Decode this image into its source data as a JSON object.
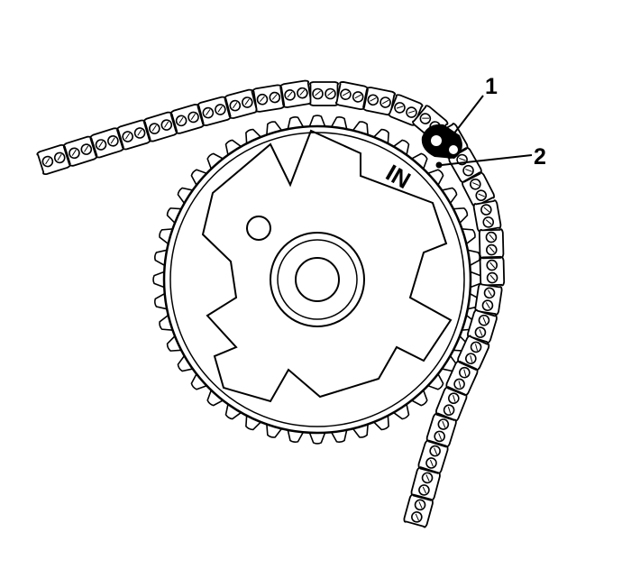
{
  "diagram": {
    "stamp": "IN",
    "callouts": [
      {
        "id": "1",
        "label": "1"
      },
      {
        "id": "2",
        "label": "2"
      }
    ]
  },
  "colors": {
    "line": "#000000",
    "fill": "#ffffff",
    "link_hatch": "#000000"
  }
}
